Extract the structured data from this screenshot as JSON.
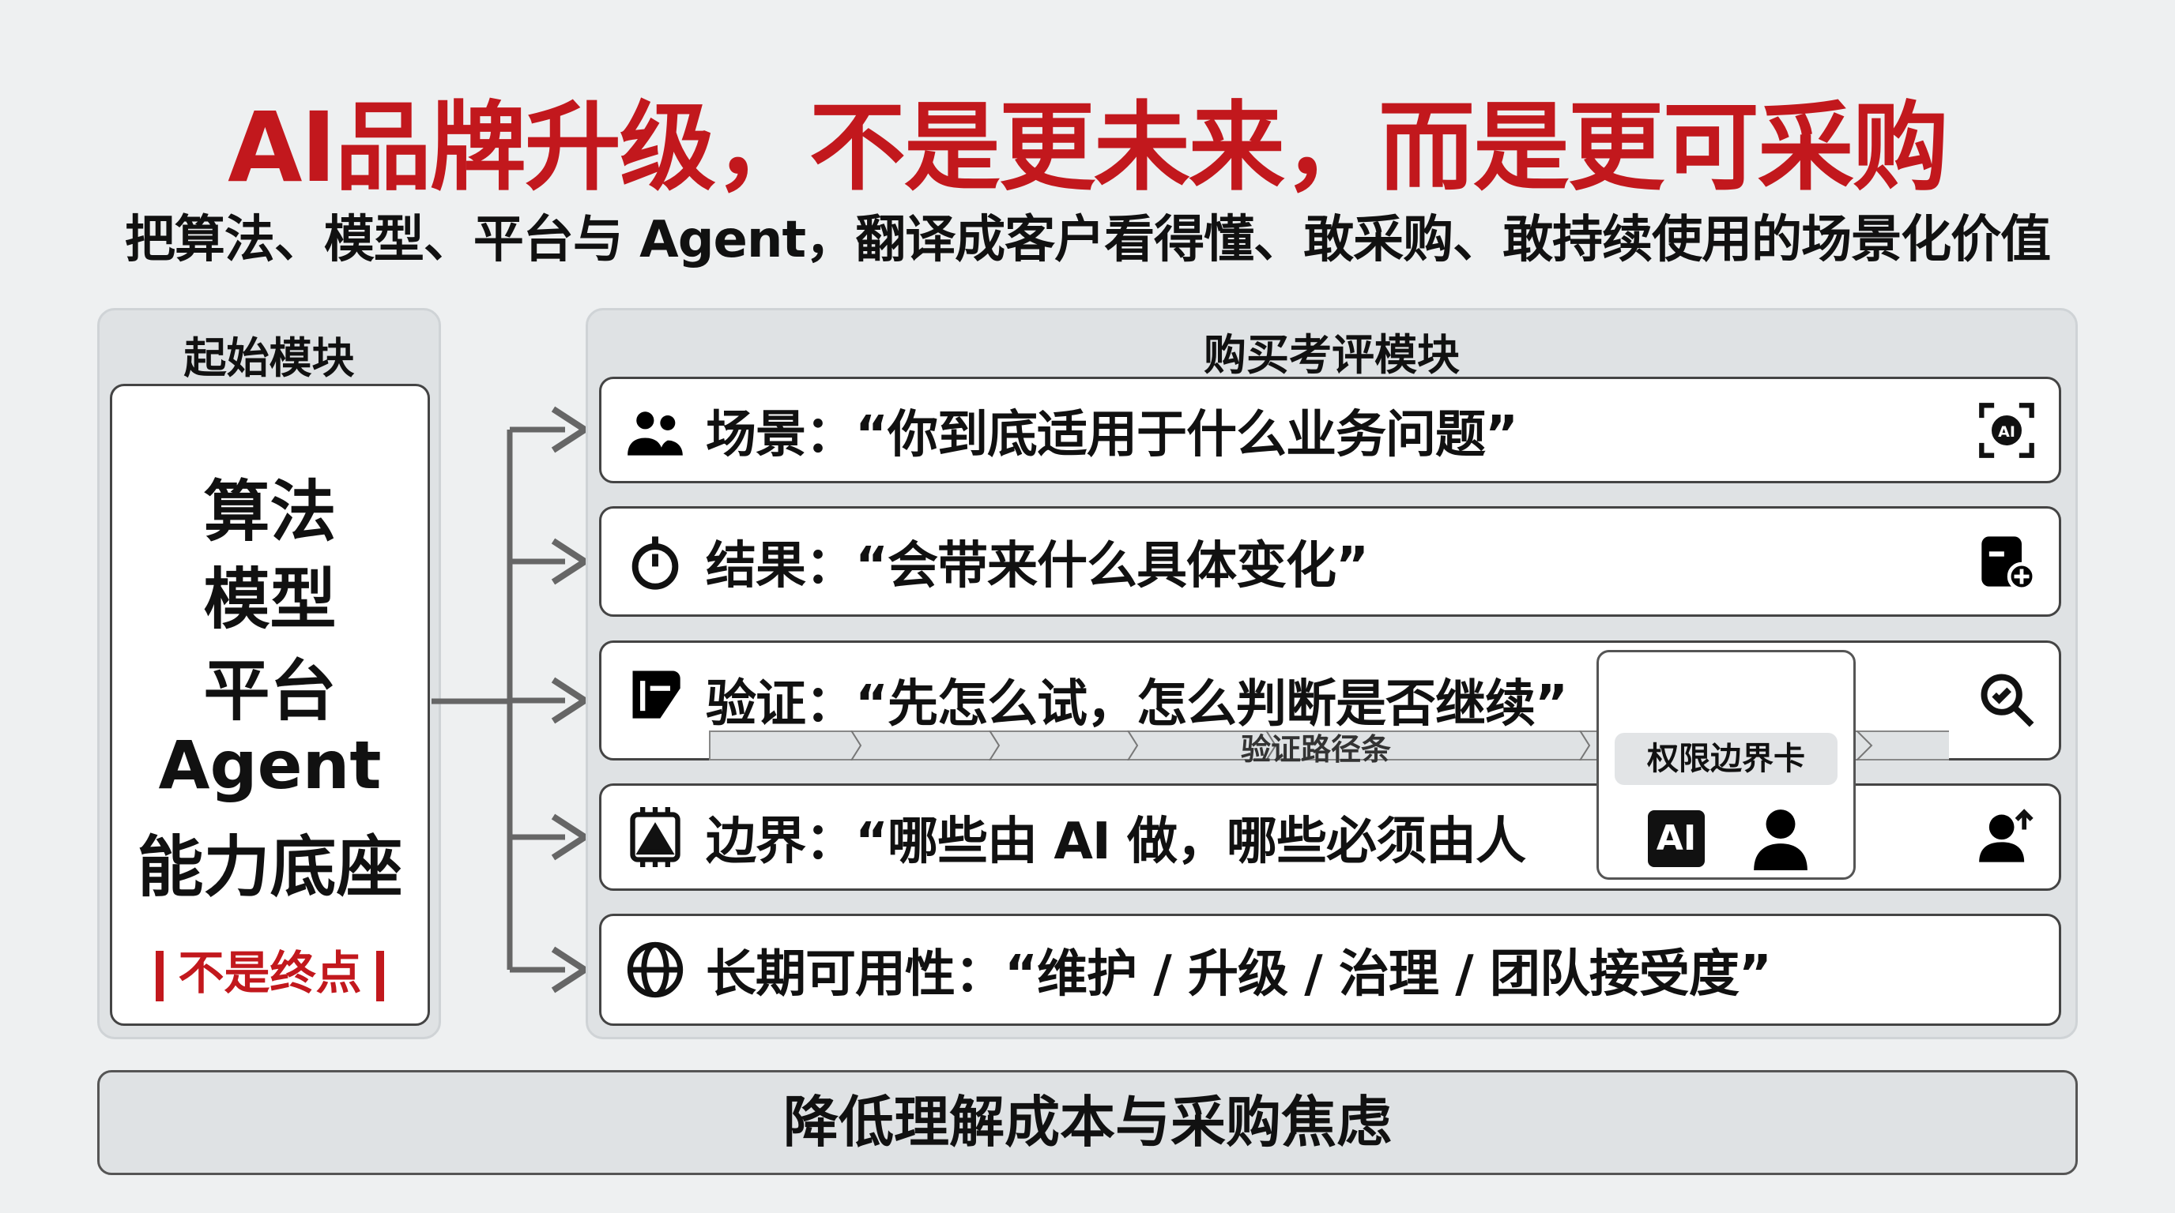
{
  "title": "AI品牌升级，不是更未来，而是更可采购",
  "subtitle": "把算法、模型、平台与 Agent，翻译成客户看得懂、敢采购、敢持续使用的场景化价值",
  "left": {
    "header": "起始模块",
    "items": [
      "算法",
      "模型",
      "平台",
      "Agent",
      "能力底座"
    ],
    "note": "不是终点"
  },
  "right": {
    "header": "购买考评模块",
    "rows": [
      {
        "text": "场景：“你到底适用于什么业务问题”",
        "icon": "people-icon",
        "right_icon": "ai-scan-icon"
      },
      {
        "text": "结果：“会带来什么具体变化”",
        "icon": "stopwatch-icon",
        "right_icon": "report-add-icon"
      },
      {
        "text": "验证：“先怎么试，怎么判断是否继续”",
        "icon": "checklist-icon",
        "right_icon": "search-check-icon"
      },
      {
        "text": "边界：“哪些由 AI 做，哪些必须由人",
        "icon": "chip-image-icon",
        "right_icon": "user-switch-icon"
      },
      {
        "text": "长期可用性：“维护 / 升级  / 治理 / 团队接受度”",
        "icon": "globe-icon"
      }
    ]
  },
  "path_label": "验证路径条",
  "card": {
    "label": "权限边界卡",
    "ai_badge": "AI"
  },
  "bottom": "降低理解成本与采购焦虑",
  "colors": {
    "accent": "#c2181d",
    "panel": "#dfe2e4"
  }
}
